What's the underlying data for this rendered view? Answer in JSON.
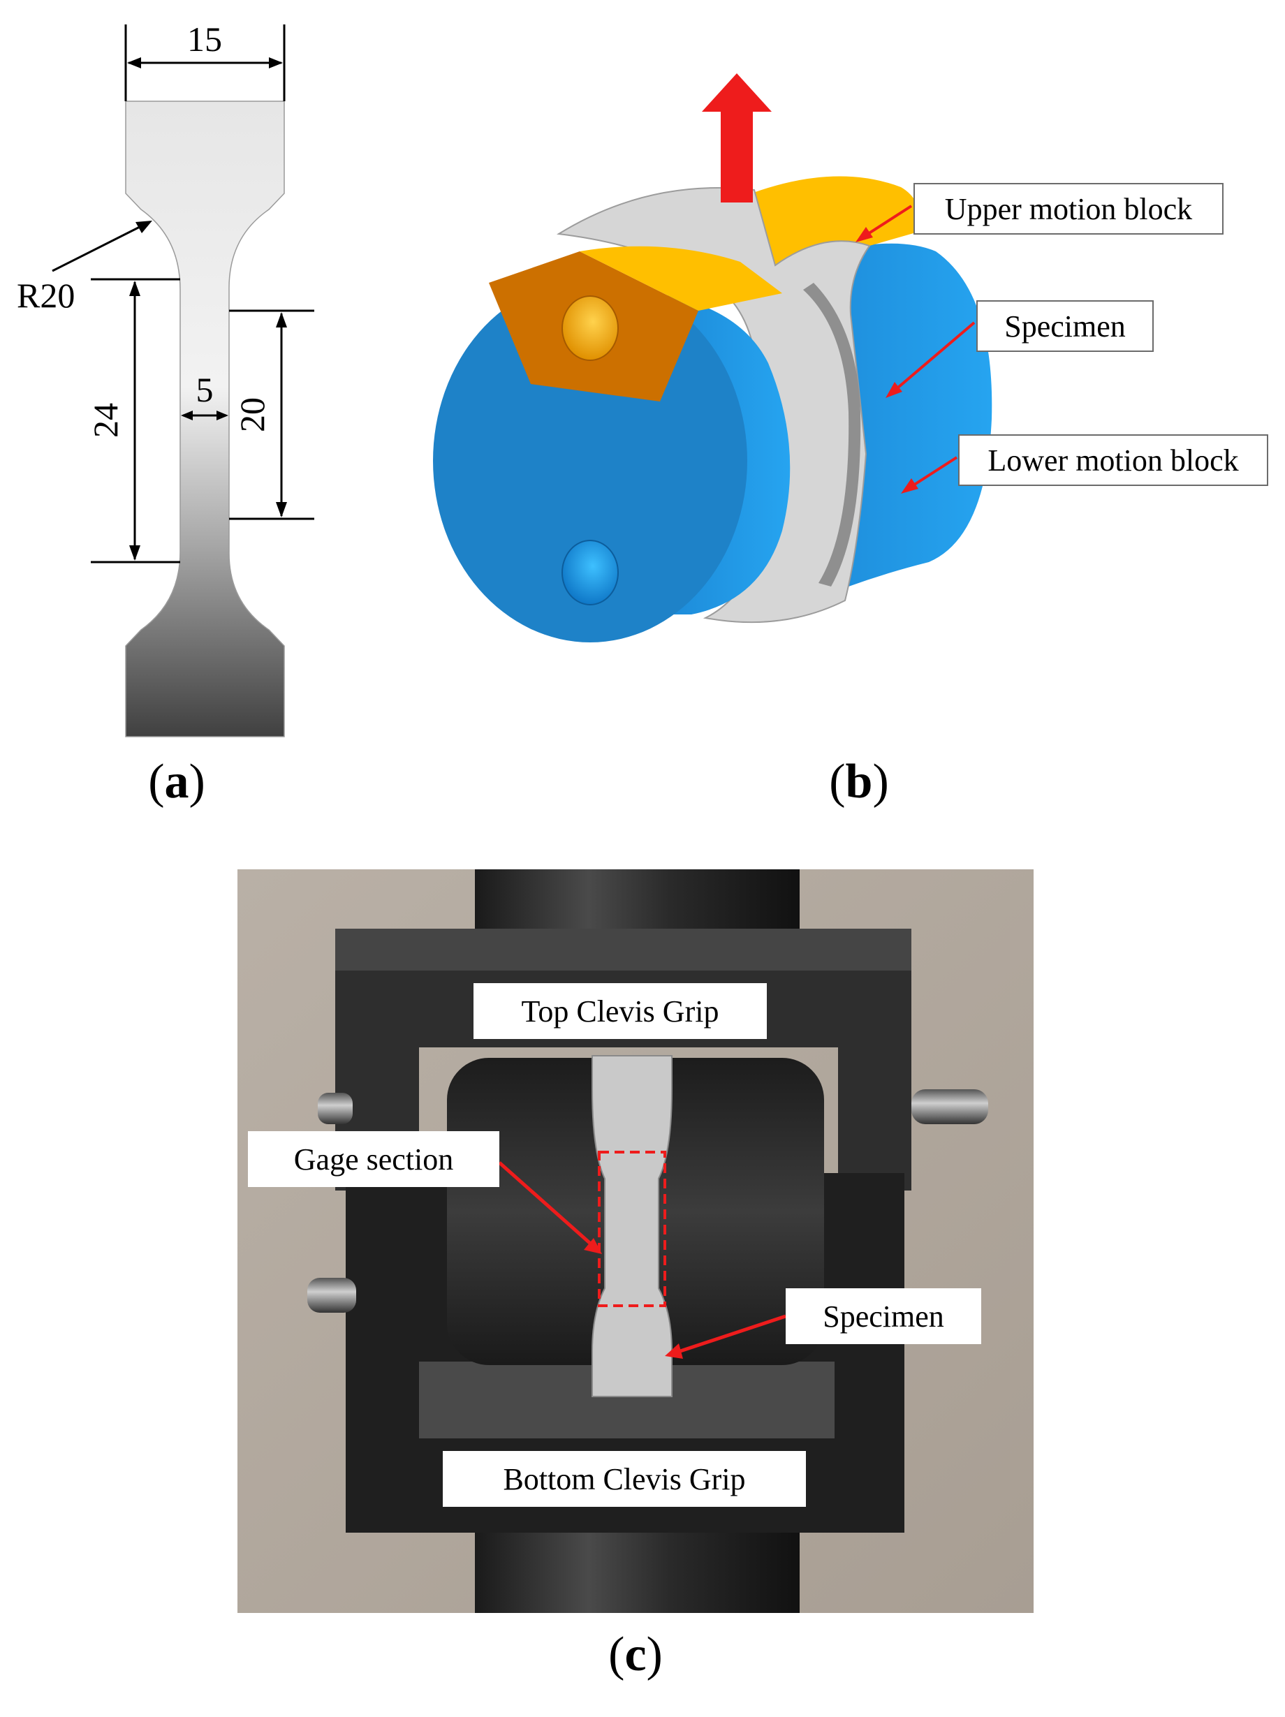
{
  "panel_a": {
    "dimensions": {
      "width_top": "15",
      "radius": "R20",
      "length_outer": "24",
      "length_inner": "20",
      "gauge_width": "5"
    },
    "caption": {
      "open": "(",
      "letter": "a",
      "close": ")"
    }
  },
  "panel_b": {
    "labels": {
      "upper": "Upper motion block",
      "specimen": "Specimen",
      "lower": "Lower motion block"
    },
    "caption": {
      "open": "(",
      "letter": "b",
      "close": ")"
    }
  },
  "panel_c": {
    "labels": {
      "top_grip": "Top Clevis Grip",
      "gage_section": "Gage section",
      "specimen": "Specimen",
      "bottom_grip": "Bottom Clevis Grip"
    },
    "caption": {
      "open": "(",
      "letter": "c",
      "close": ")"
    }
  },
  "colors": {
    "arrow_red": "#ee1c1c",
    "block_blue": "#1f8fdc",
    "block_orange": "#ffbf00",
    "specimen_gray": "#d8d8d8"
  }
}
